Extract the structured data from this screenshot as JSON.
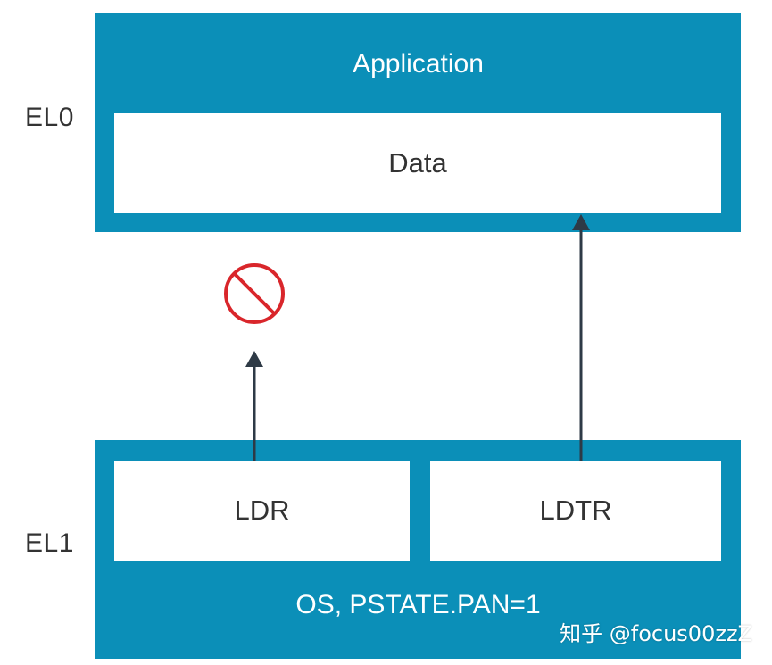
{
  "levels": {
    "el0": "EL0",
    "el1": "EL1"
  },
  "el0_panel": {
    "title": "Application",
    "data_box": "Data"
  },
  "el1_panel": {
    "footer": "OS, PSTATE.PAN=1",
    "ldr_box": "LDR",
    "ldtr_box": "LDTR"
  },
  "watermark": "知乎 @focus00zzZ",
  "colors": {
    "panel": "#0b8fb8",
    "arrow": "#2e3a46",
    "blocked": "#d9262b"
  },
  "icons": {
    "blocked": "no-entry-icon"
  }
}
